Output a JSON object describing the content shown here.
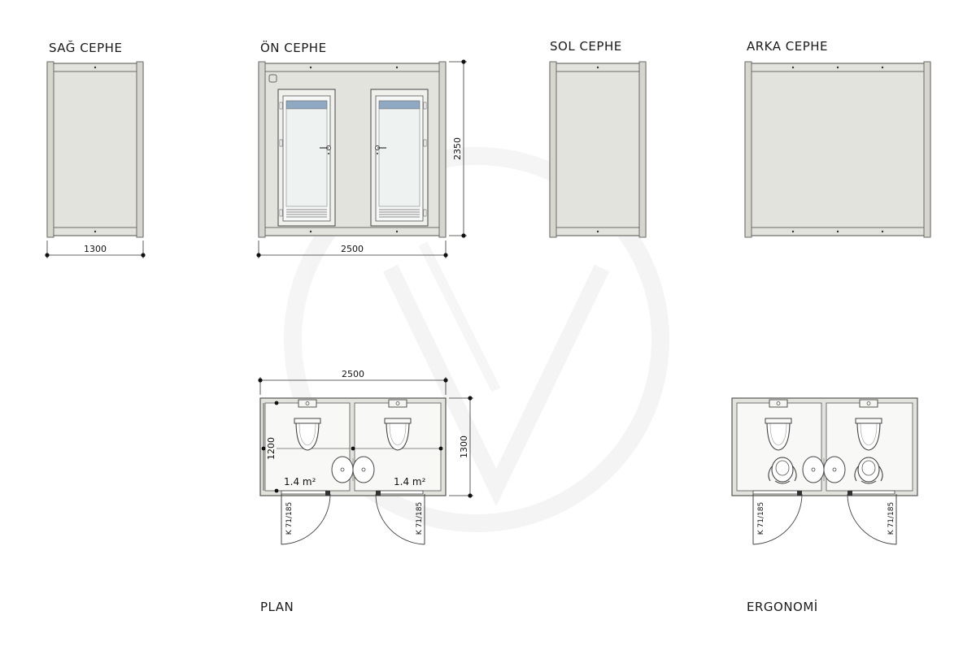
{
  "views": {
    "right": "SAĞ CEPHE",
    "front": "ÖN CEPHE",
    "left": "SOL CEPHE",
    "back": "ARKA CEPHE",
    "plan": "PLAN",
    "ergonomics": "ERGONOMİ"
  },
  "dimensions": {
    "right_width": "1300",
    "front_width": "2500",
    "front_height": "2350",
    "plan_width": "2500",
    "plan_depth": "1300",
    "plan_inner": "1200"
  },
  "areas": {
    "left_cabin": "1.4 m²",
    "right_cabin": "1.4 m²"
  },
  "doors": {
    "left": "K 71/185",
    "right": "K 71/185"
  },
  "colors": {
    "panel": "#e3e3dd",
    "frame": "#d6d6cf",
    "line": "#6b6b6b",
    "glass": "#eef3f1",
    "vent": "#8fa9c2",
    "watermark": "#efefef"
  }
}
